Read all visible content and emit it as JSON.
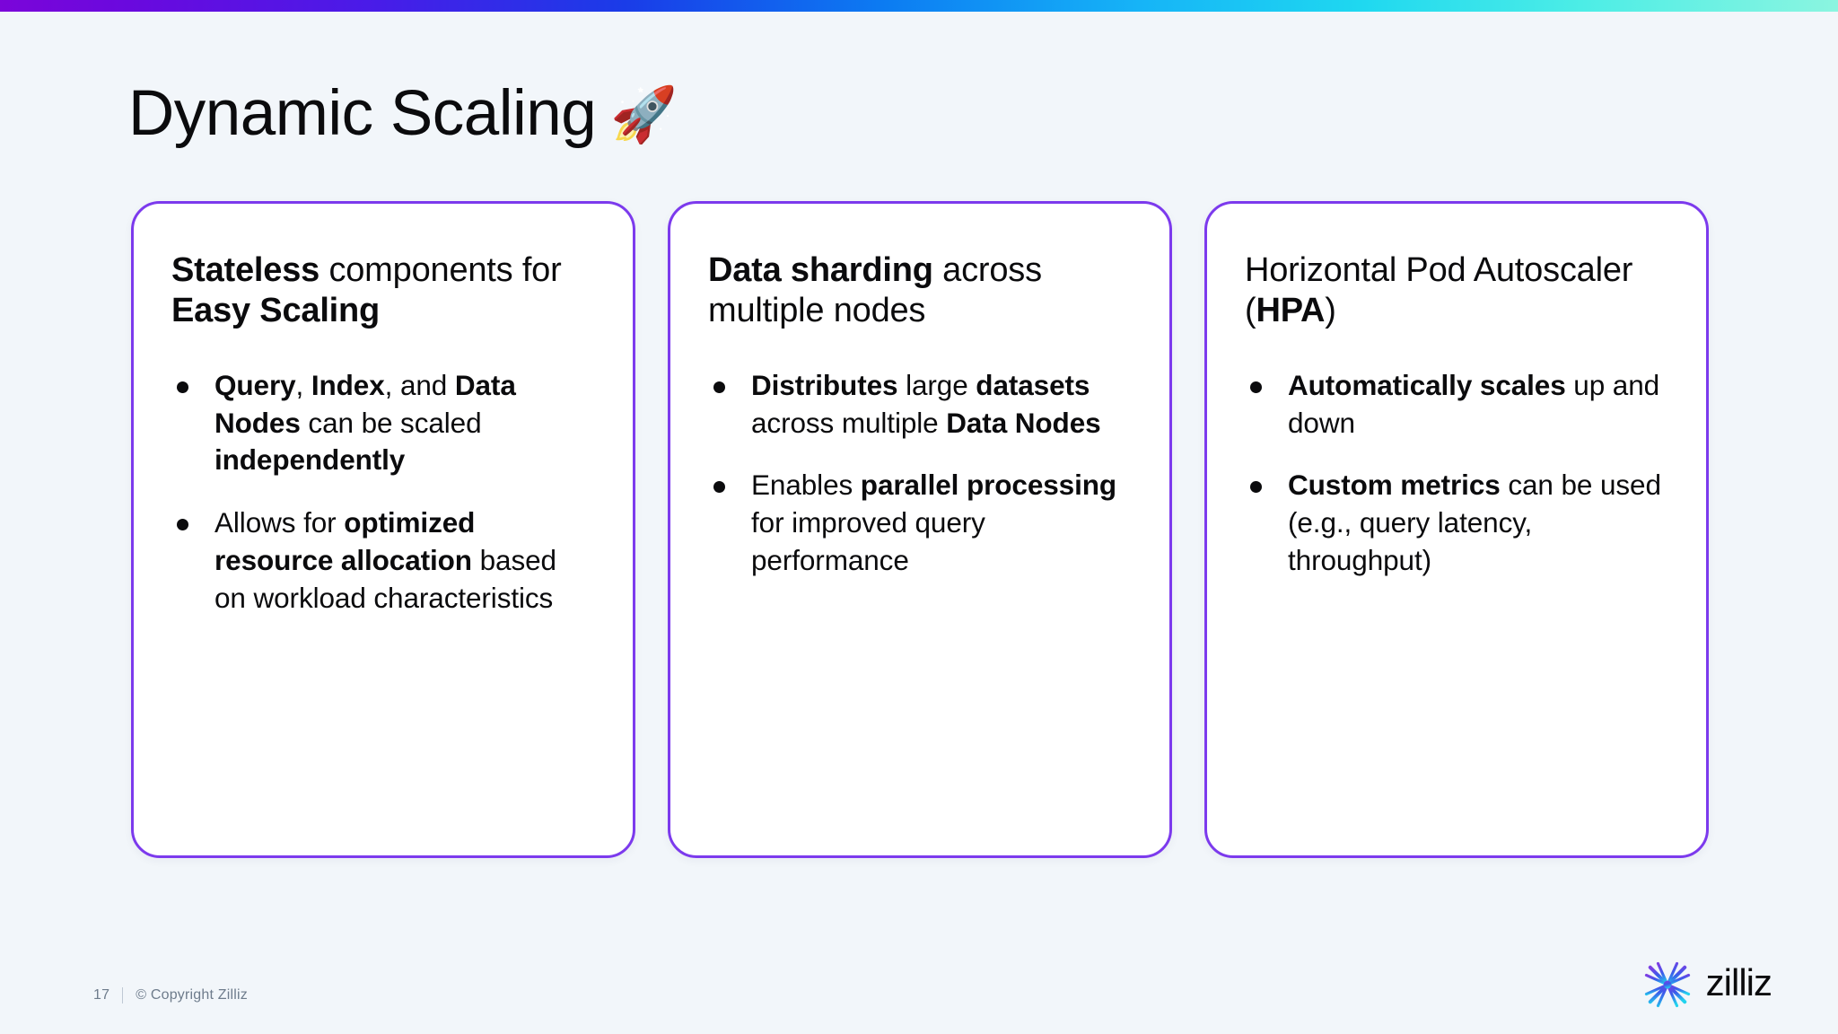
{
  "slide": {
    "background_color": "#F2F6FA",
    "accent_color": "#7C3AED",
    "title_text": "Dynamic Scaling",
    "title_emoji": "🚀",
    "topbar_gradient": [
      "#7B05D9",
      "#1A3CE8",
      "#1FD8F0",
      "#8BF5E0"
    ]
  },
  "cards": [
    {
      "heading": {
        "parts": [
          {
            "text": "Stateless",
            "bold": true
          },
          {
            "text": " components for ",
            "bold": false
          },
          {
            "text": "Easy Scaling",
            "bold": true
          }
        ]
      },
      "bullets": [
        {
          "parts": [
            {
              "text": "Query",
              "bold": true
            },
            {
              "text": ", ",
              "bold": false
            },
            {
              "text": "Index",
              "bold": true
            },
            {
              "text": ", and ",
              "bold": false
            },
            {
              "text": "Data Nodes",
              "bold": true
            },
            {
              "text": " can be scaled ",
              "bold": false
            },
            {
              "text": "independently",
              "bold": true
            }
          ]
        },
        {
          "parts": [
            {
              "text": "Allows for ",
              "bold": false
            },
            {
              "text": "optimized resource allocation",
              "bold": true
            },
            {
              "text": " based on workload characteristics",
              "bold": false
            }
          ]
        }
      ]
    },
    {
      "heading": {
        "parts": [
          {
            "text": "Data sharding",
            "bold": true
          },
          {
            "text": " across multiple nodes",
            "bold": false
          }
        ]
      },
      "bullets": [
        {
          "parts": [
            {
              "text": "Distributes",
              "bold": true
            },
            {
              "text": " large ",
              "bold": false
            },
            {
              "text": "datasets",
              "bold": true
            },
            {
              "text": " across multiple ",
              "bold": false
            },
            {
              "text": "Data Nodes",
              "bold": true
            }
          ]
        },
        {
          "parts": [
            {
              "text": "Enables ",
              "bold": false
            },
            {
              "text": "parallel processing",
              "bold": true
            },
            {
              "text": " for improved query performance",
              "bold": false
            }
          ]
        }
      ]
    },
    {
      "heading": {
        "parts": [
          {
            "text": "Horizontal Pod Autoscaler (",
            "bold": false
          },
          {
            "text": "HPA",
            "bold": true
          },
          {
            "text": ")",
            "bold": false
          }
        ]
      },
      "bullets": [
        {
          "parts": [
            {
              "text": "Automatically scales",
              "bold": true
            },
            {
              "text": " up and down",
              "bold": false
            }
          ]
        },
        {
          "parts": [
            {
              "text": "Custom metrics",
              "bold": true
            },
            {
              "text": " can be used (e.g., query latency, throughput)",
              "bold": false
            }
          ]
        }
      ]
    }
  ],
  "footer": {
    "page_number": "17",
    "copyright": "© Copyright Zilliz"
  },
  "brand": {
    "wordmark": "zilliz",
    "mark_gradient_start": "#7B3FE4",
    "mark_gradient_end": "#22D3EE"
  }
}
